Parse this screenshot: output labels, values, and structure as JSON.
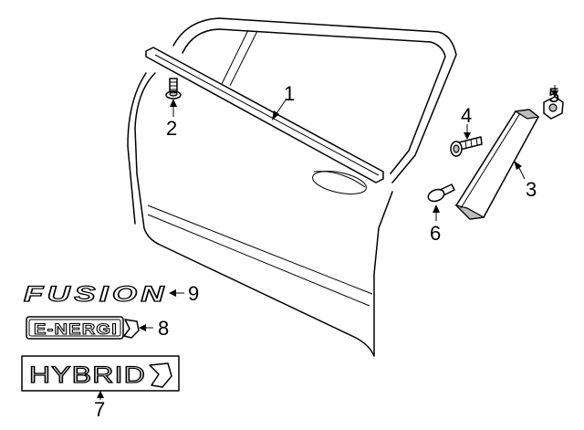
{
  "callouts": [
    {
      "id": "1",
      "label": "1"
    },
    {
      "id": "2",
      "label": "2"
    },
    {
      "id": "3",
      "label": "3"
    },
    {
      "id": "4",
      "label": "4"
    },
    {
      "id": "5",
      "label": "5"
    },
    {
      "id": "6",
      "label": "6"
    },
    {
      "id": "7",
      "label": "7"
    },
    {
      "id": "8",
      "label": "8"
    },
    {
      "id": "9",
      "label": "9"
    }
  ],
  "emblems": {
    "fusion": "FUSION",
    "energi": "E-NERGI",
    "hybrid": "HYBRID"
  },
  "colors": {
    "line": "#000000",
    "background": "#ffffff",
    "shade": "#bdbdbd"
  }
}
